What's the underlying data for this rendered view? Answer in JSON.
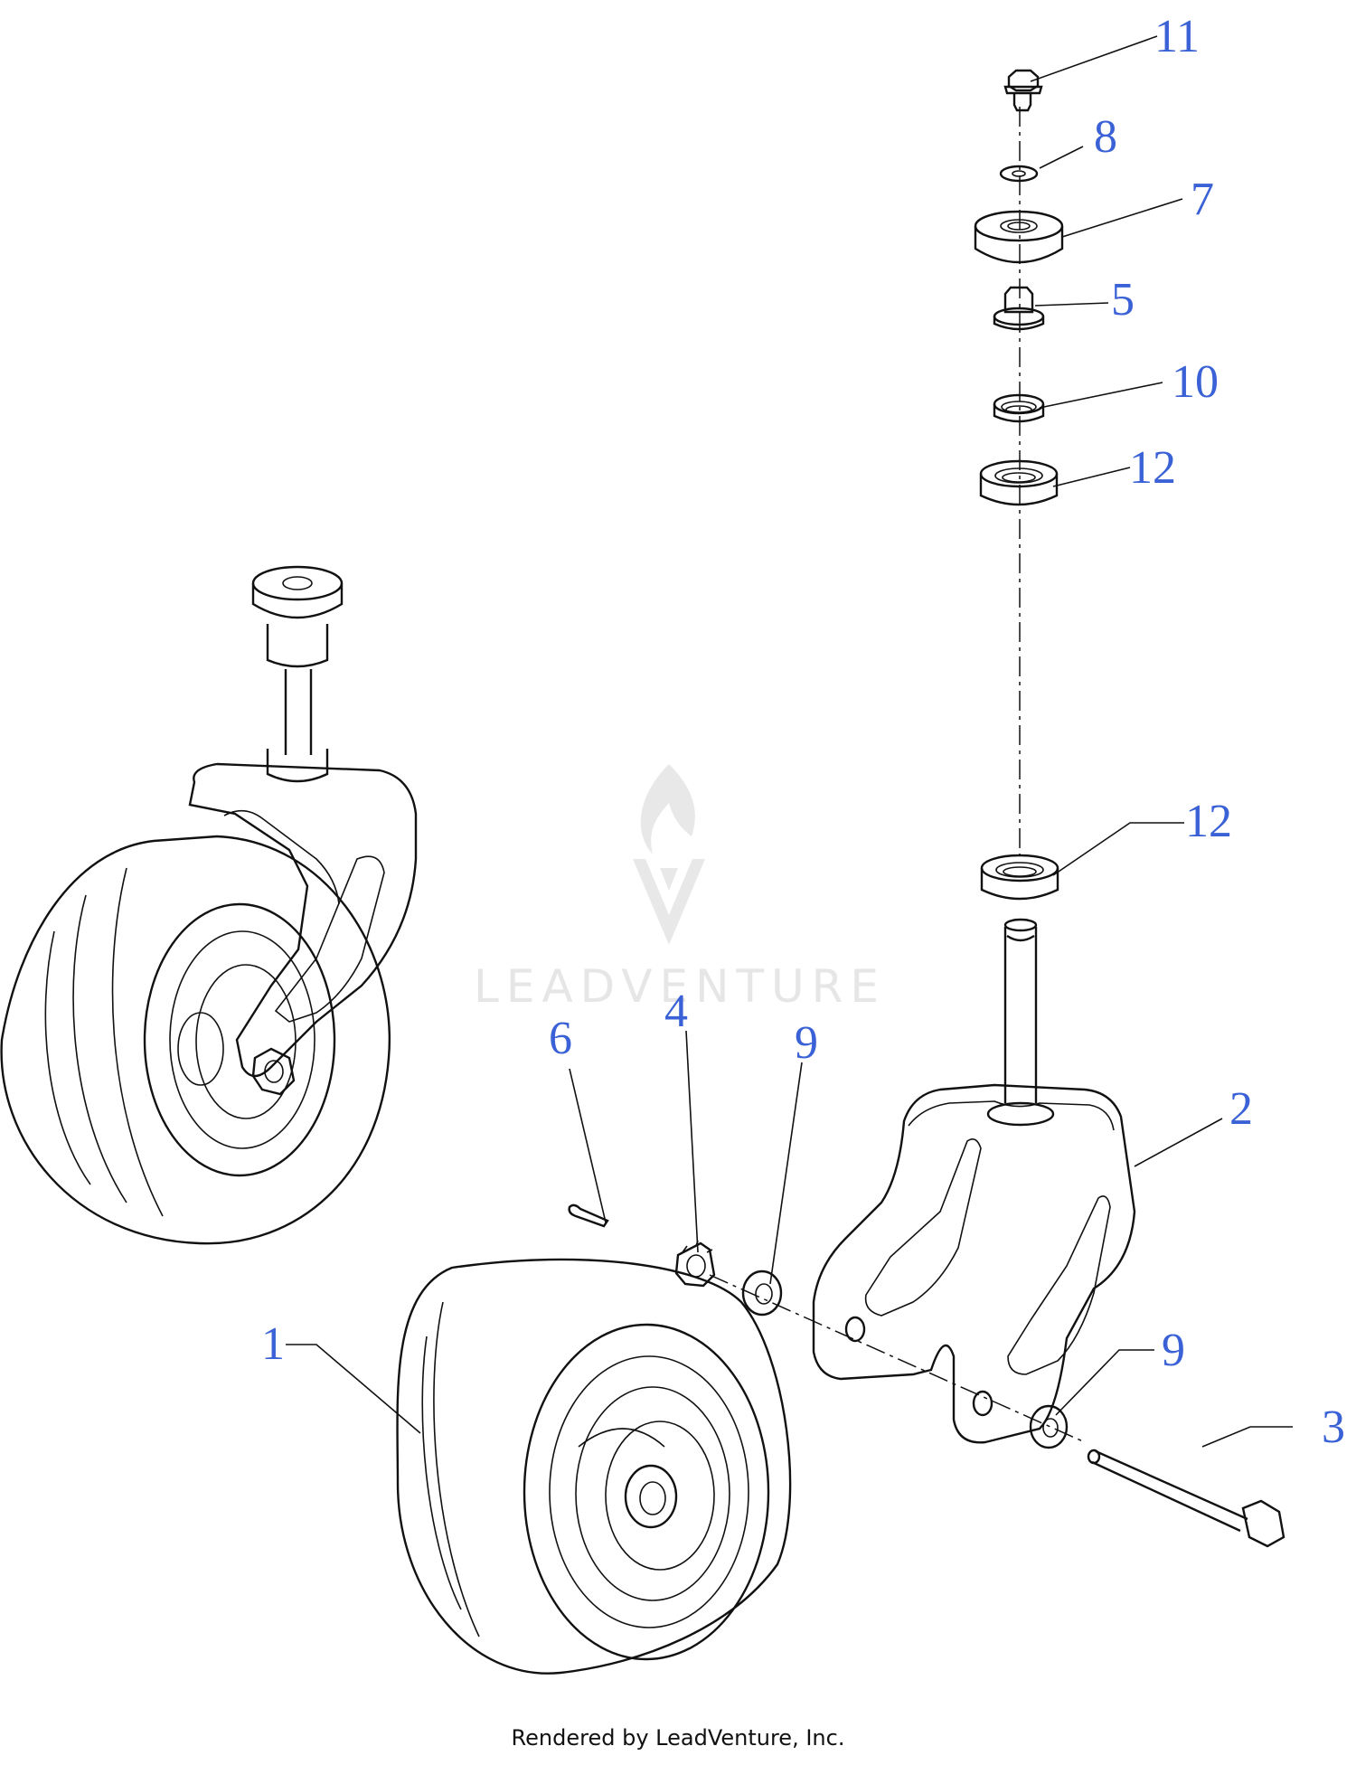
{
  "watermark": {
    "text": "LEADVENTURE"
  },
  "footer": {
    "text": "Rendered by LeadVenture, Inc."
  },
  "callouts": [
    "11",
    "8",
    "7",
    "5",
    "10",
    "12",
    "12",
    "2",
    "4",
    "9",
    "6",
    "9",
    "1",
    "3"
  ],
  "colors": {
    "callout": "#3a62d6",
    "line": "#111111",
    "watermark": "#e6e6e6"
  }
}
